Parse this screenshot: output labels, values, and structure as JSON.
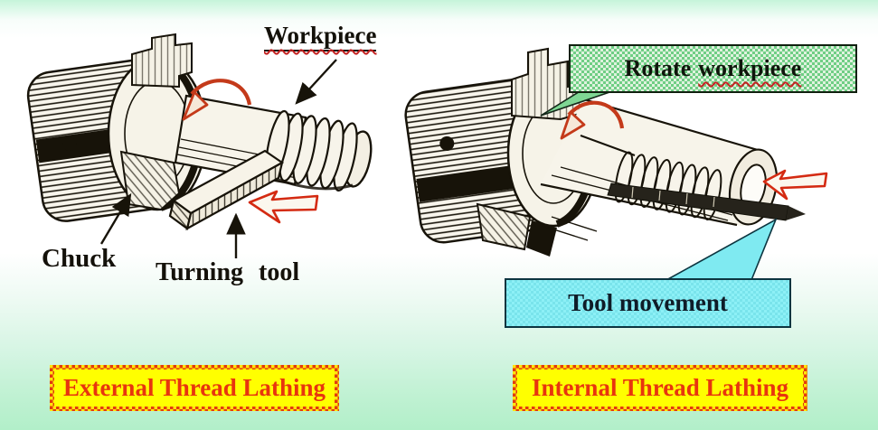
{
  "slide": {
    "left_figure": {
      "workpiece_label": "Workpiece",
      "chuck_label": "Chuck",
      "turning_tool_label": "Turning tool",
      "caption": "External Thread Lathing"
    },
    "right_figure": {
      "rotate_callout_prefix": "Rotate",
      "rotate_callout_word": "workpiece",
      "tool_movement_label": "Tool movement",
      "caption": "Internal Thread Lathing"
    },
    "colors": {
      "caption_text": "#e8350e",
      "caption_fill": "#ffff00",
      "caption_border_check_red": "#e23b10",
      "caption_border_check_yellow": "#ffe60a",
      "rotate_box_check_dark": "#6fce84",
      "rotate_box_check_light": "#dff2de",
      "tool_box_fill": "#7feaf1",
      "red_arrow": "#d42a12",
      "rotation_arrow": "#c43a1a",
      "ink": "#171309",
      "background_top": "#c6f4da",
      "background_middle": "#ffffff",
      "background_bottom": "#b2efc9"
    }
  }
}
